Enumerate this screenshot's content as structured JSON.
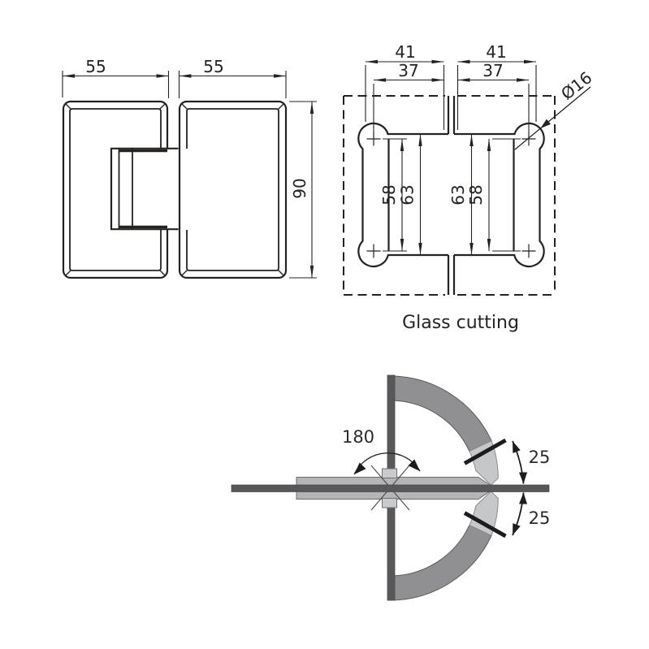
{
  "hinge_elevation": {
    "dim_width_left": "55",
    "dim_width_right": "55",
    "dim_height": "90"
  },
  "glass_cutting": {
    "caption": "Glass cutting",
    "dim_cutout_width": "41",
    "dim_hole_to_edge": "37",
    "dim_hole_spacing": "58",
    "dim_cutout_height": "63",
    "dim_hole_diameter": "Ø16"
  },
  "swing_diagram": {
    "dim_total_angle": "180",
    "dim_upper_angle": "25",
    "dim_lower_angle": "25"
  },
  "colors": {
    "line": "#262220",
    "panel_dark": "#58585a",
    "swing_band": "#909092",
    "swing_zone_light": "#c6c7c9",
    "hinge_bar": "#b4b5b7",
    "knuckle_block": "#c9cacc",
    "background": "#ffffff"
  }
}
